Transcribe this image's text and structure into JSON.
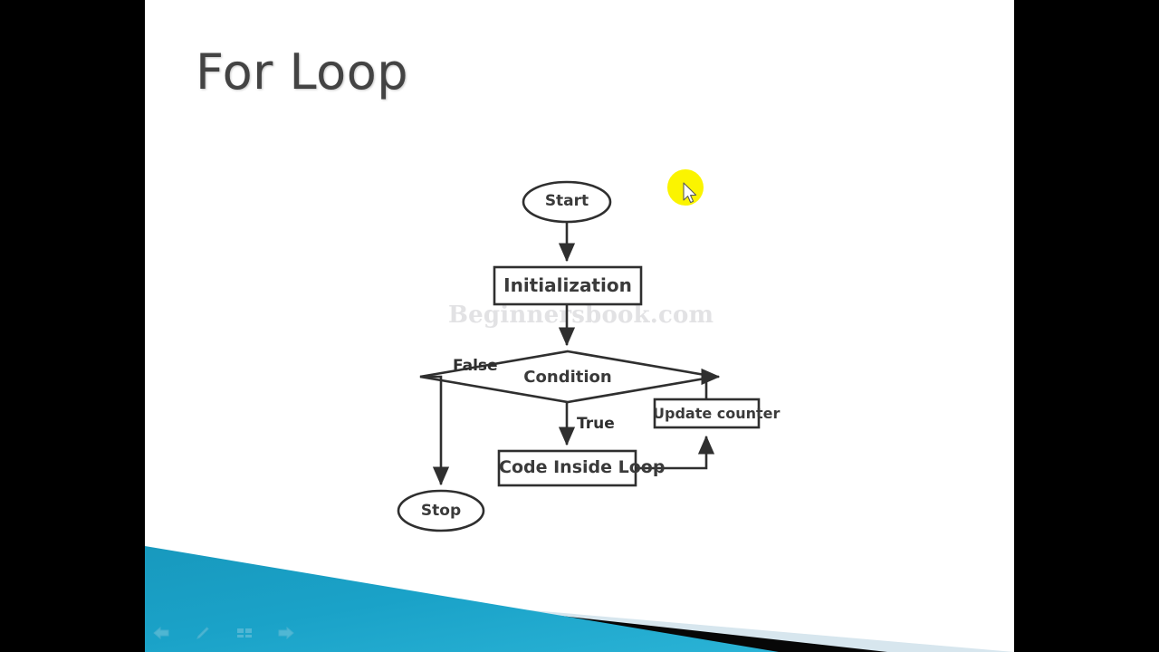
{
  "app": {
    "mode": "presentation-slideshow",
    "letterbox_color": "#000000",
    "slide_background": "#ffffff"
  },
  "slide": {
    "title": "For Loop",
    "title_color": "#434343",
    "watermark": "Beginnersbook.com",
    "watermark_color": "#e2e2e4"
  },
  "flowchart": {
    "stroke_color": "#2f2f2f",
    "nodes": [
      {
        "id": "start",
        "shape": "ellipse",
        "label": "Start"
      },
      {
        "id": "init",
        "shape": "rectangle",
        "label": "Initialization"
      },
      {
        "id": "condition",
        "shape": "diamond",
        "label": "Condition"
      },
      {
        "id": "code",
        "shape": "rectangle",
        "label": "Code Inside Loop"
      },
      {
        "id": "update",
        "shape": "rectangle",
        "label": "Update counter"
      },
      {
        "id": "stop",
        "shape": "ellipse",
        "label": "Stop"
      }
    ],
    "edge_labels": [
      {
        "id": "false-label",
        "label": "False"
      },
      {
        "id": "true-label",
        "label": "True"
      }
    ]
  },
  "cursor": {
    "highlight_color": "#fbf400",
    "pointer": "arrow-cursor"
  },
  "banner": {
    "teal": "#1a9fc4",
    "teal_dark": "#0f7fa3",
    "black": "#050505",
    "pale": "#d7e6ee"
  },
  "toolbar": {
    "items": [
      {
        "id": "previous",
        "icon": "left-arrow-icon"
      },
      {
        "id": "pen",
        "icon": "pen-icon"
      },
      {
        "id": "slides",
        "icon": "grid-slides-icon"
      },
      {
        "id": "next",
        "icon": "right-arrow-icon"
      }
    ]
  }
}
